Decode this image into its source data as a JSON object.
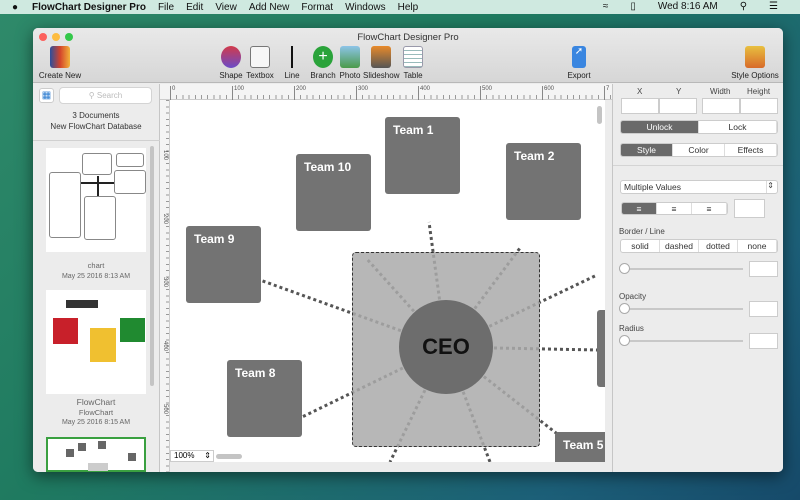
{
  "menubar": {
    "app": "FlowChart Designer Pro",
    "items": [
      "File",
      "Edit",
      "View",
      "Add New",
      "Format",
      "Windows",
      "Help"
    ],
    "clock": "Wed 8:16 AM"
  },
  "window": {
    "title": "FlowChart Designer Pro"
  },
  "toolbar": {
    "create_new": "Create New",
    "shape": "Shape",
    "textbox": "Textbox",
    "line": "Line",
    "branch": "Branch",
    "photo": "Photo",
    "slideshow": "Slideshow",
    "table": "Table",
    "export": "Export",
    "style_options": "Style Options"
  },
  "sidebar": {
    "search_placeholder": "Search",
    "doc_count": "3 Documents",
    "db_name": "New FlowChart Database",
    "docs": [
      {
        "name": "chart",
        "subtitle": "",
        "date": "May 25 2016 8:13 AM"
      },
      {
        "name": "FlowChart",
        "subtitle": "FlowChart",
        "date": "May 25 2016 8:15 AM"
      }
    ]
  },
  "ruler": {
    "h": [
      "0",
      "100",
      "200",
      "300",
      "400",
      "500",
      "600",
      "7"
    ],
    "v": [
      "100",
      "200",
      "300",
      "400",
      "500"
    ]
  },
  "canvas": {
    "zoom": "100%",
    "center": "CEO",
    "teams": [
      "Team 1",
      "Team 10",
      "Team 2",
      "Team 9",
      "Team 8",
      "Team 5"
    ]
  },
  "panel": {
    "x": "X",
    "y": "Y",
    "width": "Width",
    "height": "Height",
    "unlock": "Unlock",
    "lock": "Lock",
    "tabs": [
      "Style",
      "Color",
      "Effects"
    ],
    "font_select": "Multiple Values",
    "border_label": "Border / Line",
    "border_opts": [
      "solid",
      "dashed",
      "dotted",
      "none"
    ],
    "opacity": "Opacity",
    "radius": "Radius"
  }
}
